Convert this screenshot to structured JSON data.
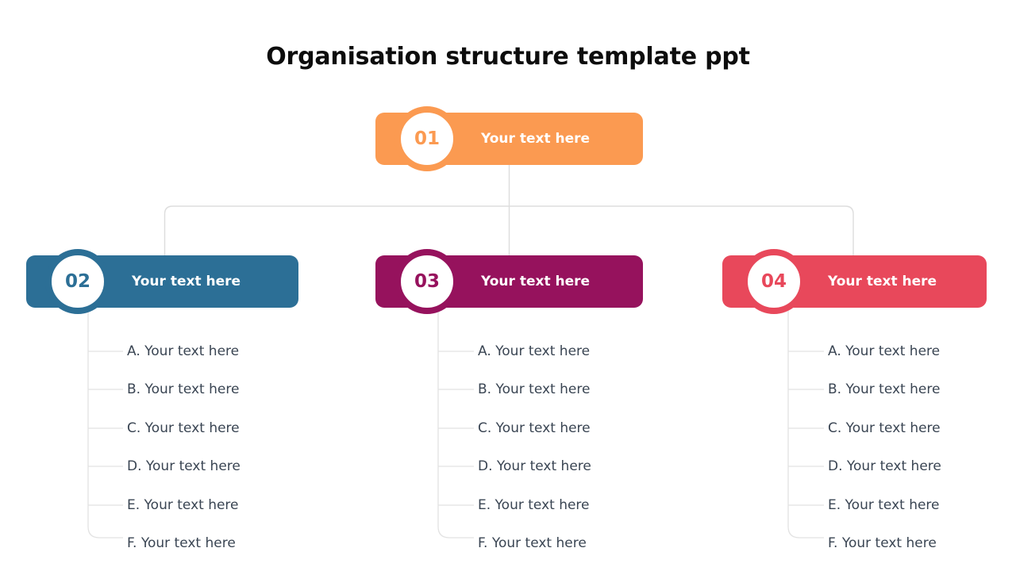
{
  "page": {
    "title": "Organisation structure template ppt",
    "background": "#ffffff",
    "connector_color": "#dddddd",
    "body_text_color": "#3a4553"
  },
  "chart_data": {
    "type": "diagram",
    "layout": "org-chart",
    "title": "Organisation structure template ppt",
    "levels": 2,
    "root": {
      "id": "01",
      "number": "01",
      "label": "Your text here",
      "color": "#fb9a51"
    },
    "children": [
      {
        "id": "02",
        "number": "02",
        "label": "Your text here",
        "color": "#2c6f96",
        "items": [
          "A. Your text here",
          "B. Your text here",
          "C. Your text here",
          "D. Your text here",
          "E. Your text here",
          "F. Your text here"
        ]
      },
      {
        "id": "03",
        "number": "03",
        "label": "Your text here",
        "color": "#96125d",
        "items": [
          "A. Your text here",
          "B. Your text here",
          "C. Your text here",
          "D. Your text here",
          "E. Your text here",
          "F. Your text here"
        ]
      },
      {
        "id": "04",
        "number": "04",
        "label": "Your text here",
        "color": "#e8485b",
        "items": [
          "A. Your text here",
          "B. Your text here",
          "C. Your text here",
          "D. Your text here",
          "E. Your text here",
          "F. Your text here"
        ]
      }
    ]
  }
}
